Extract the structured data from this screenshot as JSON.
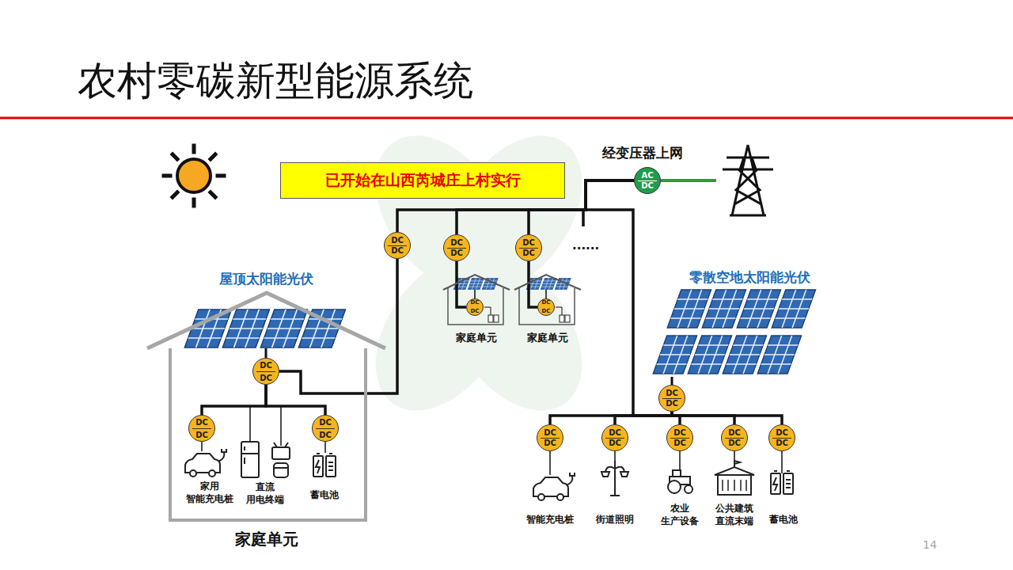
{
  "diagram": {
    "title": "农村零碳新型能源系统",
    "nodes": [
      {
        "text": [
          "已开始在山西芮城庄上村实行"
        ]
      },
      {
        "text": [
          "AC",
          "DC"
        ]
      },
      {
        "text": [
          "DC",
          "DC"
        ]
      },
      {
        "text": [
          "DC",
          "DC"
        ]
      },
      {
        "text": [
          "DC",
          "DC"
        ]
      },
      {
        "text": [
          "家庭单元"
        ]
      },
      {
        "text": [
          "DC",
          "DC"
        ],
        "in": 5
      },
      {
        "text": [
          "家庭单元"
        ]
      },
      {
        "text": [
          "DC",
          "DC"
        ],
        "in": 7
      },
      {
        "text": [
          "家庭单元"
        ]
      },
      {
        "text": [
          "DC",
          "DC"
        ],
        "in": 9
      },
      {
        "text": [
          "DC",
          "DC"
        ],
        "in": 9
      },
      {
        "text": [
          "DC",
          "DC"
        ],
        "in": 9
      },
      {
        "text": [
          "DC",
          "DC"
        ]
      },
      {
        "text": [
          "DC",
          "DC"
        ]
      },
      {
        "text": [
          "DC",
          "DC"
        ]
      },
      {
        "text": [
          "DC",
          "DC"
        ]
      },
      {
        "text": [
          "DC",
          "DC"
        ]
      },
      {
        "text": [
          "DC",
          "DC"
        ]
      }
    ],
    "edges": [
      {
        "from": 1,
        "to": 2,
        "arrow": "none"
      },
      {
        "from": 1,
        "to": 3,
        "arrow": "none"
      },
      {
        "from": 1,
        "to": 4,
        "arrow": "none"
      },
      {
        "from": 1,
        "to": 13,
        "arrow": "none"
      },
      {
        "from": 13,
        "to": 14,
        "arrow": "none"
      },
      {
        "from": 13,
        "to": 15,
        "arrow": "none"
      },
      {
        "from": 13,
        "to": 16,
        "arrow": "none"
      },
      {
        "from": 13,
        "to": 17,
        "arrow": "none"
      },
      {
        "from": 13,
        "to": 18,
        "arrow": "none"
      },
      {
        "from": 2,
        "to": 10,
        "arrow": "none"
      },
      {
        "from": 3,
        "to": 6,
        "arrow": "none"
      },
      {
        "from": 4,
        "to": 8,
        "arrow": "none"
      },
      {
        "from": 10,
        "to": 11,
        "arrow": "none"
      },
      {
        "from": 10,
        "to": 12,
        "arrow": "none"
      }
    ],
    "labels": [
      "经变压器上网",
      "屋顶太阳能光伏",
      "零散空地太阳能光伏",
      "......",
      "家用 智能充电桩",
      "直流 用电终端",
      "蓄电池",
      "智能充电桩",
      "街道照明",
      "农业 生产设备",
      "公共建筑 直流末端",
      "蓄电池",
      "14"
    ]
  }
}
